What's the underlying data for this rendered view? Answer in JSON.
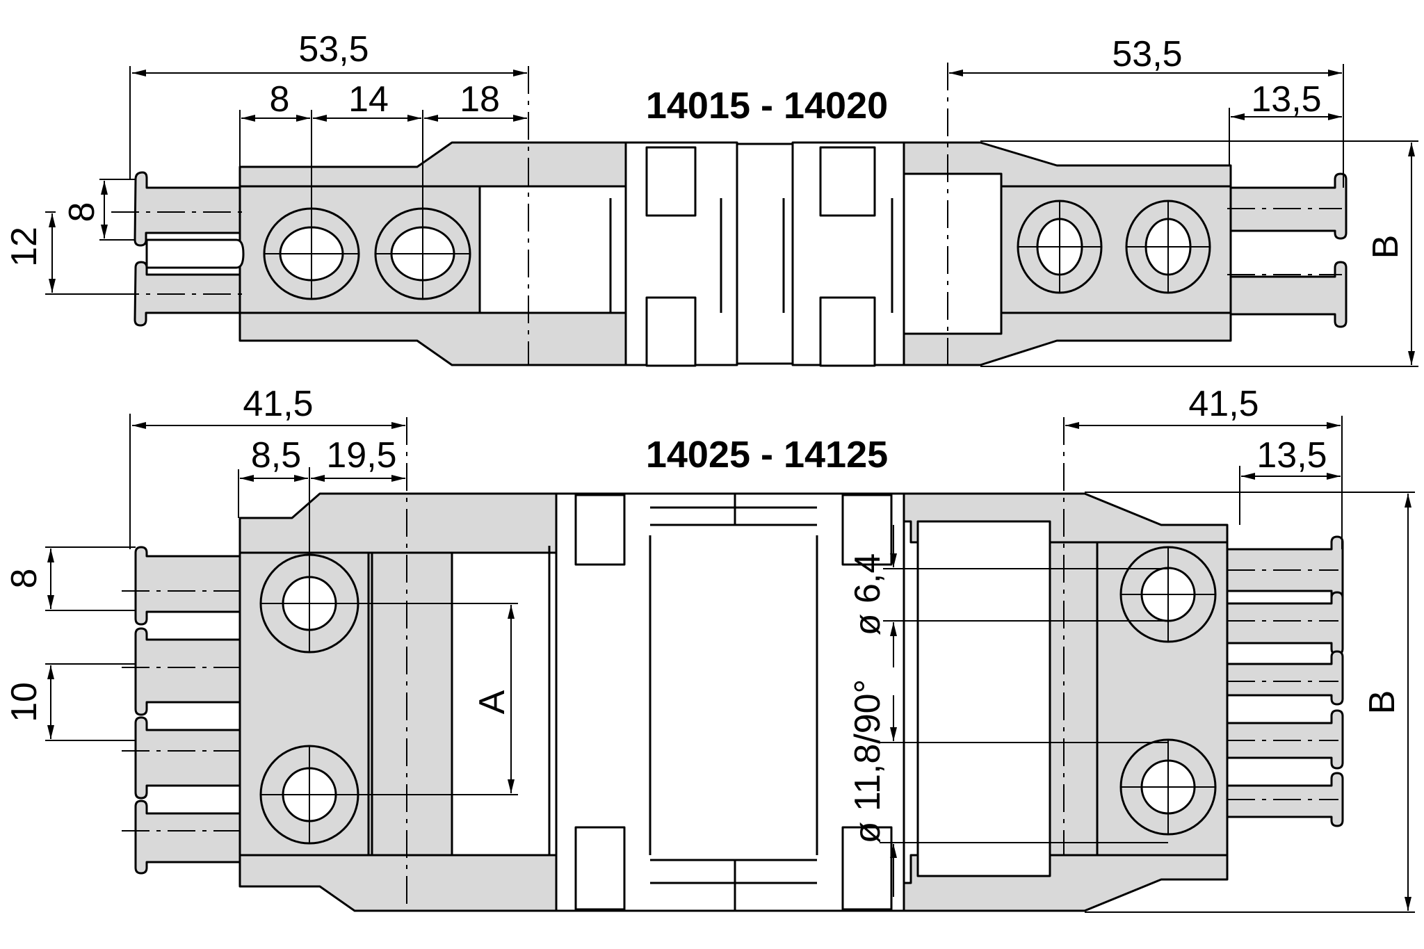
{
  "diagram": {
    "type": "technical-drawing",
    "subject": "cable carrier end mounting brackets",
    "colors": {
      "part_fill": "#d9d9d9",
      "line": "#000000",
      "background": "#ffffff"
    }
  },
  "top_view": {
    "title": "14015 - 14020",
    "left": {
      "overall": "53,5",
      "segment_1": "8",
      "segment_2": "14",
      "segment_3": "18",
      "vertical_small": "8",
      "vertical_pitch": "12"
    },
    "right": {
      "overall": "53,5",
      "offset": "13,5",
      "width_label": "B"
    }
  },
  "bottom_view": {
    "title": "14025 - 14125",
    "left": {
      "overall": "41,5",
      "segment_1": "8,5",
      "segment_2": "19,5",
      "vertical_small": "8",
      "vertical_pitch": "10",
      "hole_spacing": "A"
    },
    "right": {
      "overall": "41,5",
      "offset": "13,5",
      "hole_diameter": "ø 6,4",
      "counterbore": "ø 11,8/90°",
      "width_label": "B"
    }
  }
}
